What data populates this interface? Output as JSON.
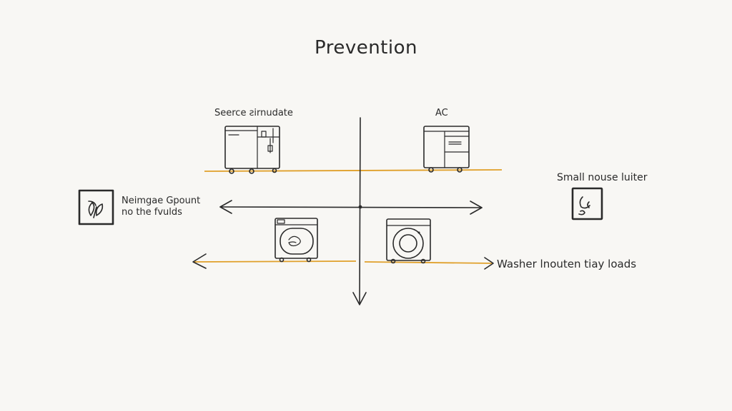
{
  "title": "Prevention",
  "labels": {
    "top_left": "Seerce ƨirnudate",
    "top_right": "AC",
    "left_box": [
      "Neimgae Gpount",
      "no the fvulds"
    ],
    "right": "Small   nouse luiter",
    "bottom": "Washer  lnouten tiay  loads"
  },
  "colors": {
    "ink": "#2a2a2a",
    "accent_line": "#e0a02a",
    "background": "#f8f7f4"
  },
  "icons": [
    "freezer-icon",
    "ac-unit-icon",
    "washer-icon",
    "washing-machine-icon",
    "leaf-sign-icon",
    "small-appliance-icon"
  ]
}
